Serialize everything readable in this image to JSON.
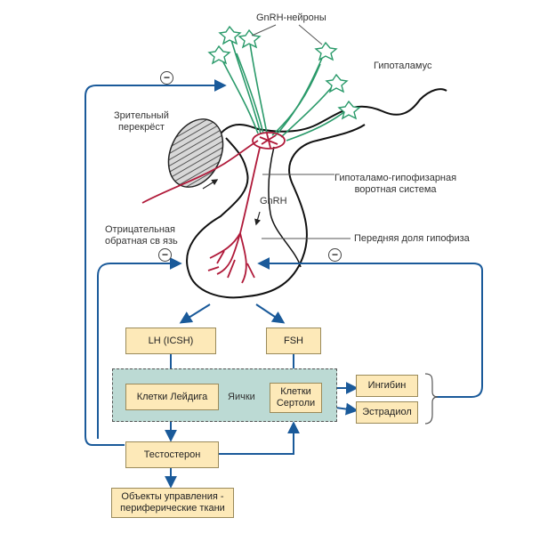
{
  "labels": {
    "gnrh_neurons": "GnRH-нейроны",
    "hypothalamus": "Гипоталамус",
    "optic_chiasm": "Зрительный\nперекрёст",
    "portal_system": "Гипоталамо-гипофизарная\nворотная система",
    "gnrh": "GnRH",
    "negative_feedback": "Отрицательная\nобратная св язь",
    "anterior_pituitary": "Передняя доля гипофиза",
    "testes": "Яички"
  },
  "boxes": {
    "lh": "LH (ICSH)",
    "fsh": "FSH",
    "leydig": "Клетки Лейдига",
    "sertoli": "Клетки\nСертоли",
    "inhibin": "Ингибин",
    "estradiol": "Эстрадиол",
    "testosterone": "Тестостерон",
    "targets": "Объекты управления -\nпериферические ткани"
  },
  "symbols": {
    "minus": "−"
  },
  "colors": {
    "box_fill": "#fde9b8",
    "testis_fill": "#bcdad4",
    "arrow": "#1a5a9a",
    "neuron": "#2a9a6a",
    "vessel": "#b01a3a"
  }
}
